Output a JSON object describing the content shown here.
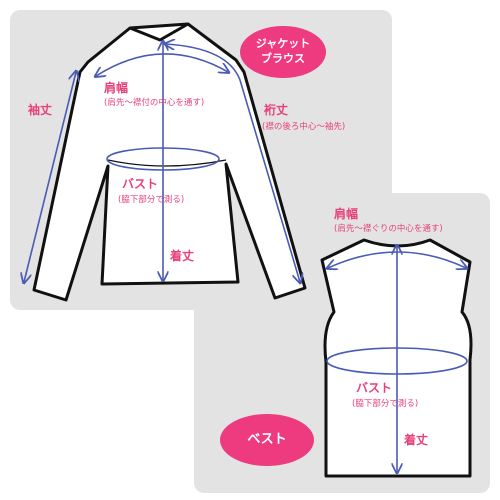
{
  "jacket_badge": {
    "line1": "ジャケット",
    "line2": "ブラウス"
  },
  "vest_badge": "ベスト",
  "jacket": {
    "shoulder": "肩幅",
    "shoulder_note": "(肩先～襟付の中心を通す)",
    "sleeve": "袖丈",
    "yuki": "裄丈",
    "yuki_note": "(襟の後ろ中心～袖先)",
    "bust": "バスト",
    "bust_note": "(脇下部分で測る)",
    "length": "着丈"
  },
  "vest": {
    "shoulder": "肩幅",
    "shoulder_note": "(肩先～襟ぐりの中心を通す)",
    "bust": "バスト",
    "bust_note": "(脇下部分で測る)",
    "length": "着丈"
  },
  "colors": {
    "line": "#4a5bb5",
    "label": "#e8417a",
    "badge": "#ee3a7e",
    "panel": "#e3e3e3",
    "outline": "#111111"
  }
}
